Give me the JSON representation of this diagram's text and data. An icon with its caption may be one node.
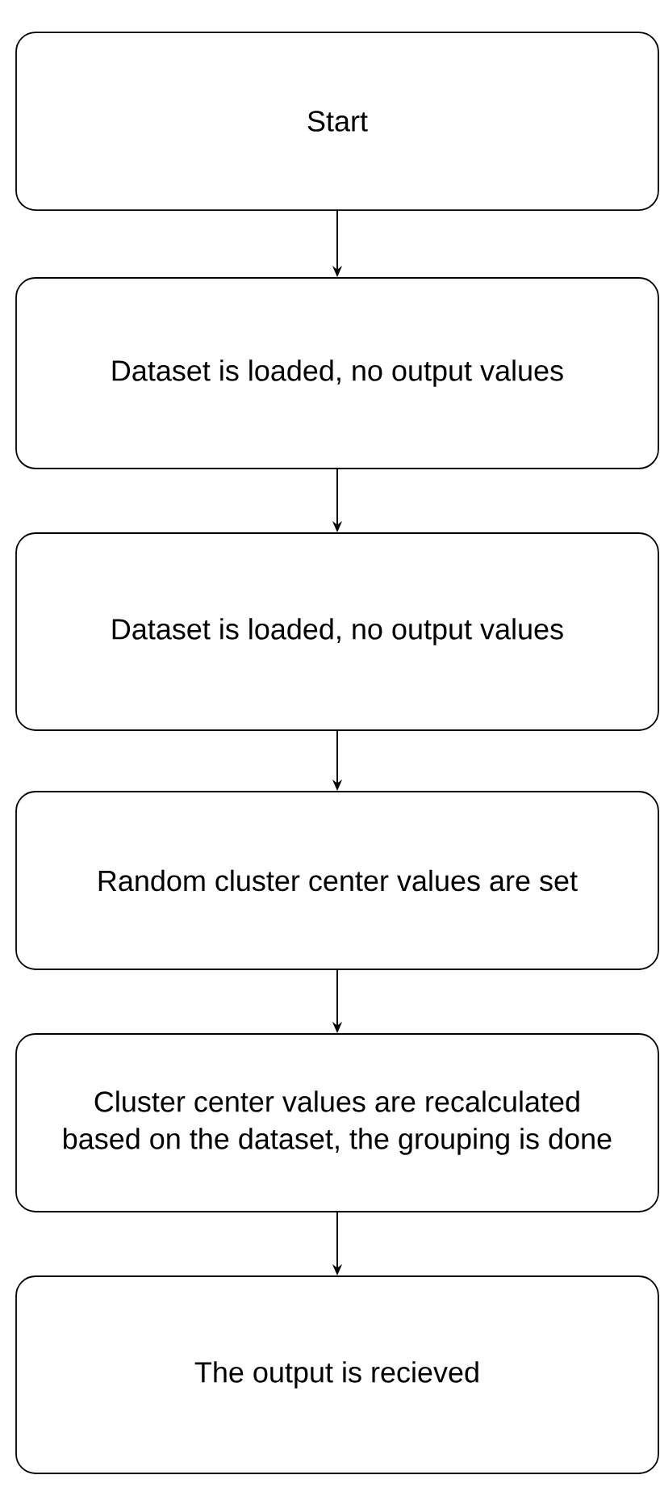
{
  "diagram": {
    "nodes": [
      {
        "text": [
          "Start"
        ]
      },
      {
        "text": [
          "Dataset is loaded, no output values"
        ]
      },
      {
        "text": [
          "Dataset is loaded, no output values"
        ]
      },
      {
        "text": [
          "Random cluster center values are set"
        ]
      },
      {
        "text": [
          "Cluster center values are recalculated based on the dataset, the grouping is done"
        ]
      },
      {
        "text": [
          "The output is recieved"
        ]
      }
    ],
    "edges": [
      {
        "from": 0,
        "to": 1,
        "arrow": "to"
      },
      {
        "from": 1,
        "to": 2,
        "arrow": "to"
      },
      {
        "from": 2,
        "to": 3,
        "arrow": "to"
      },
      {
        "from": 3,
        "to": 4,
        "arrow": "to"
      },
      {
        "from": 4,
        "to": 5,
        "arrow": "to"
      }
    ]
  }
}
